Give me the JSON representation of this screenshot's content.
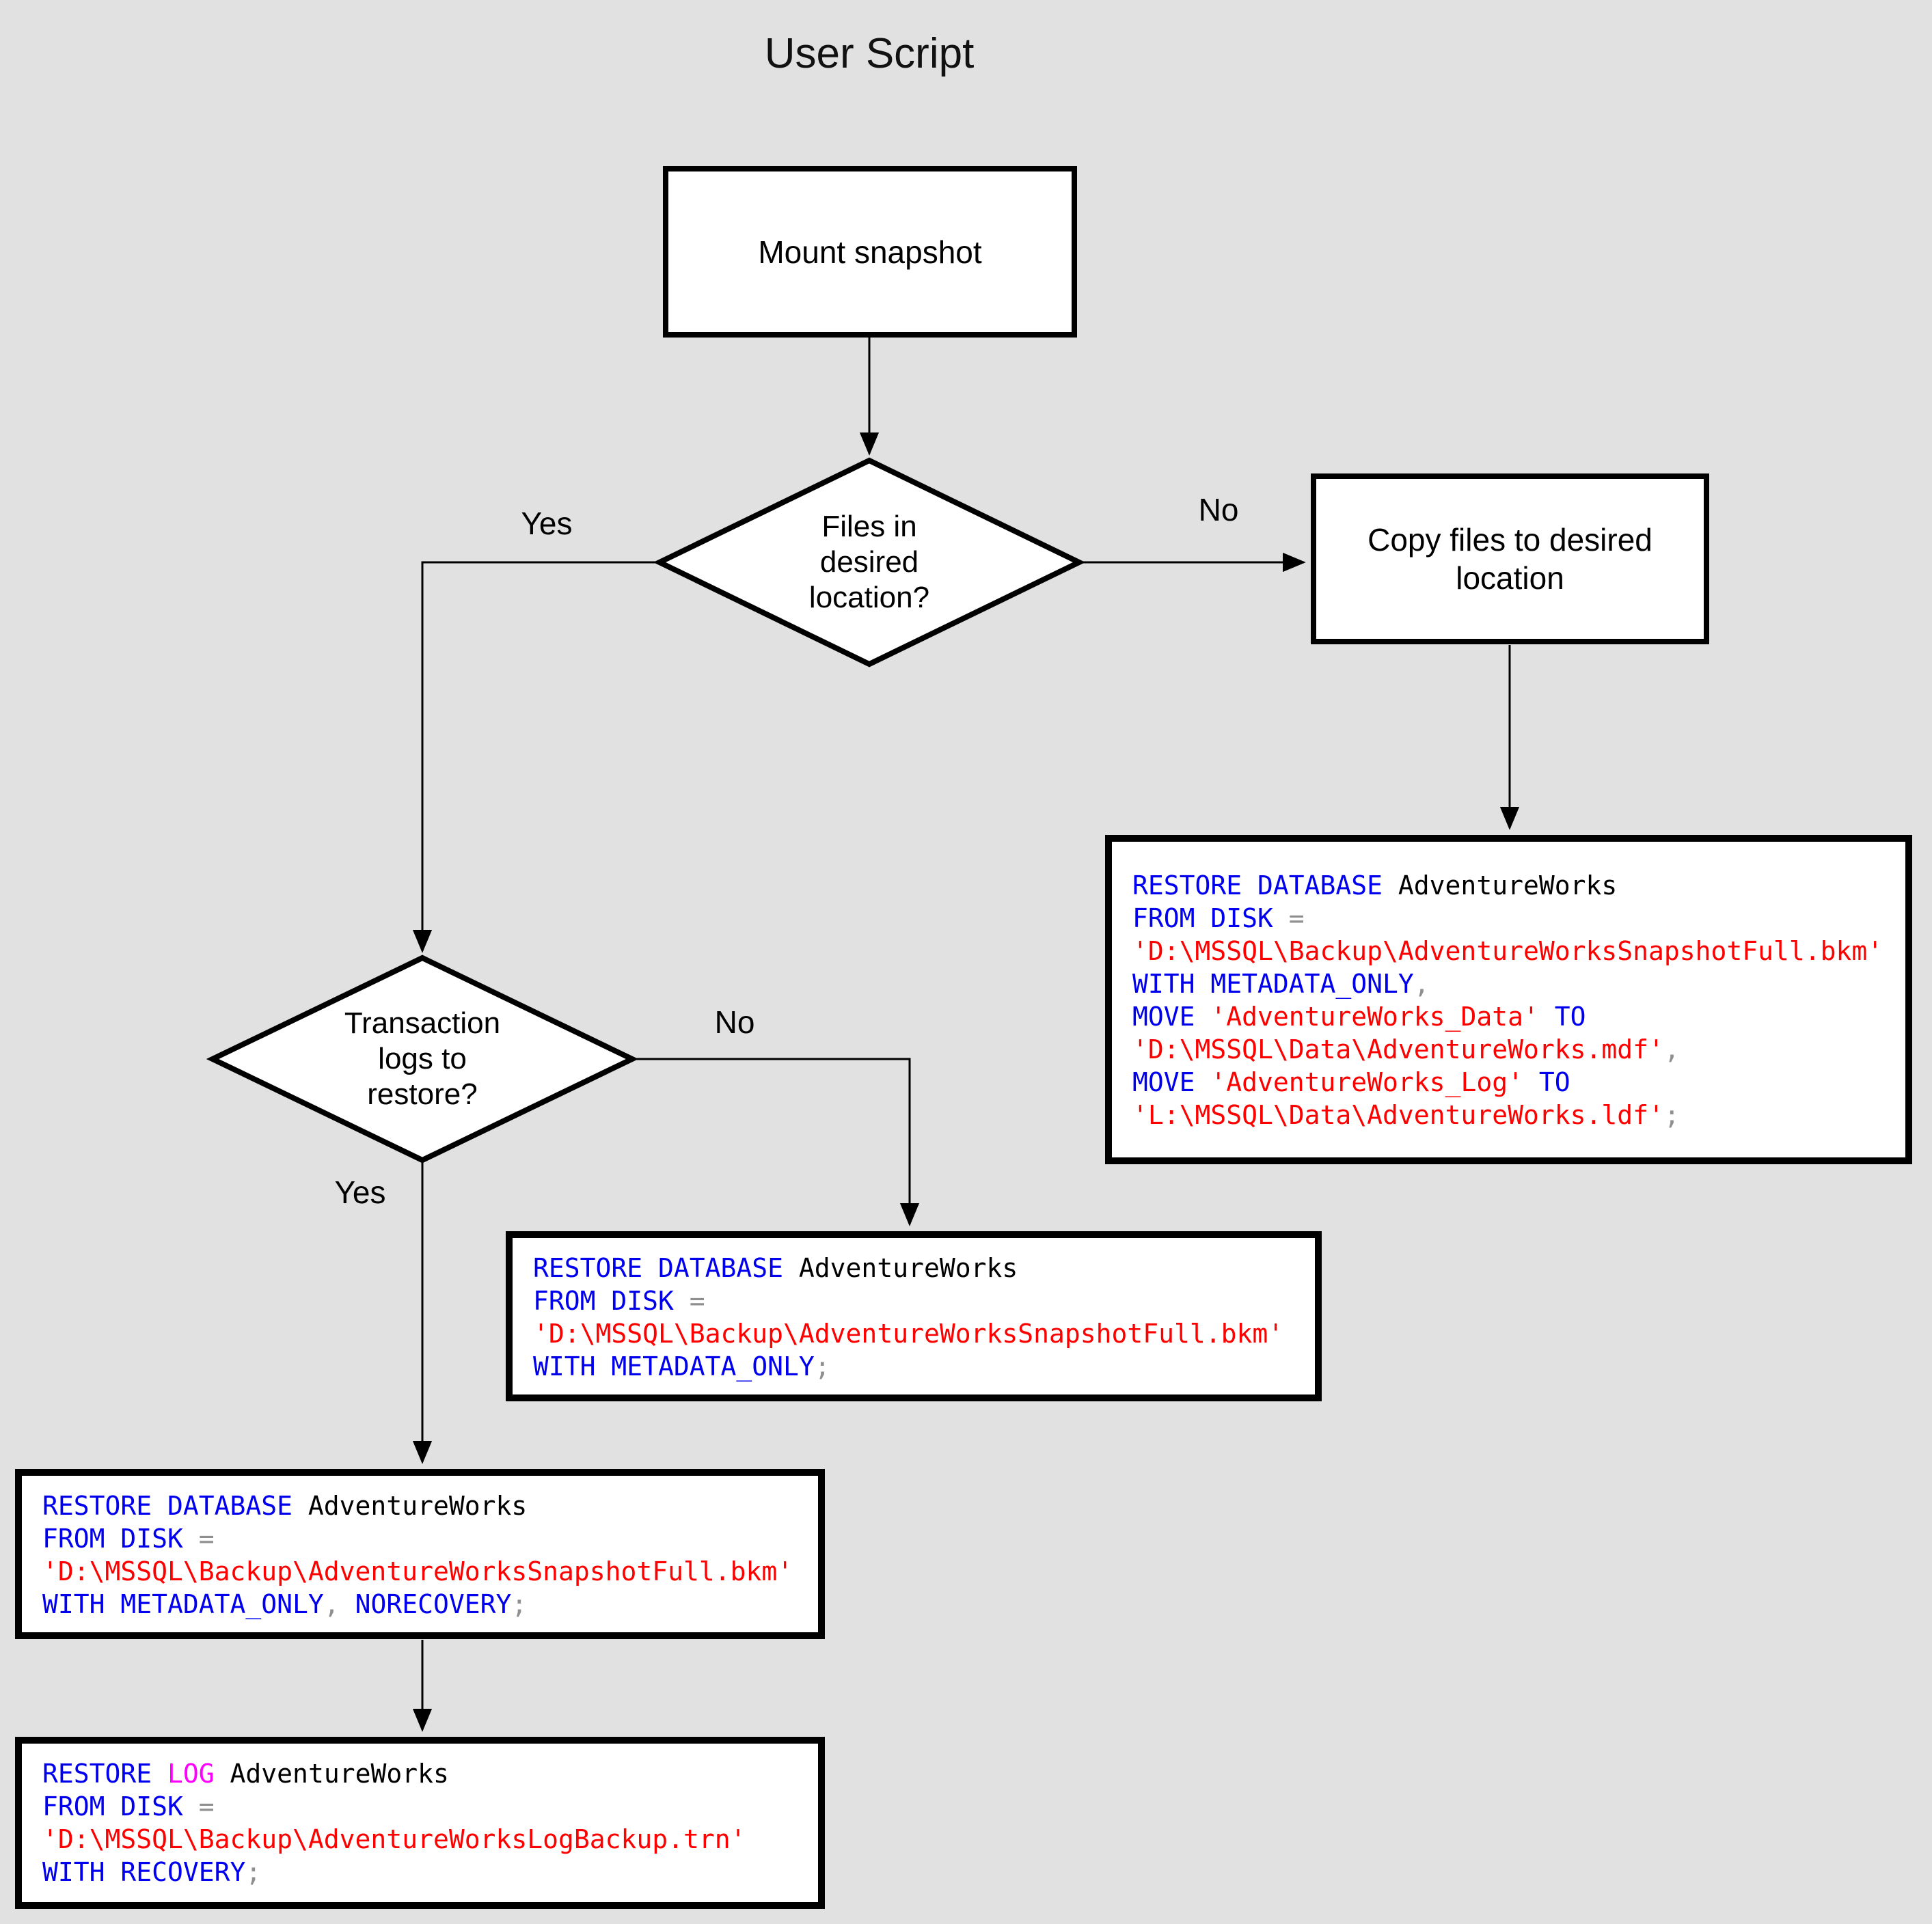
{
  "title": "User Script",
  "labels": {
    "yes1": "Yes",
    "no1": "No",
    "yes2": "Yes",
    "no2": "No"
  },
  "colors": {
    "background": "#e1e1e1",
    "node_fill": "#ffffff",
    "line": "#000000",
    "keyword": "#0000ee",
    "string": "#ff0000",
    "operator": "#8f8f8f",
    "log_keyword": "#ff00ff",
    "identifier": "#000000"
  },
  "nodes": {
    "mount": {
      "label": "Mount snapshot"
    },
    "decision1": {
      "lines": [
        "Files in",
        "desired",
        "location?"
      ]
    },
    "copy": {
      "lines": [
        "Copy files to desired",
        "location"
      ]
    },
    "decision2": {
      "lines": [
        "Transaction",
        "logs to",
        "restore?"
      ]
    }
  },
  "code_blocks": {
    "copy_restore": {
      "lines": [
        [
          {
            "t": "RESTORE DATABASE",
            "c": "kw"
          },
          {
            "t": " AdventureWorks",
            "c": "id"
          }
        ],
        [
          {
            "t": "FROM DISK",
            "c": "kw"
          },
          {
            "t": " =",
            "c": "op"
          }
        ],
        [
          {
            "t": "'D:\\MSSQL\\Backup\\AdventureWorksSnapshotFull.bkm'",
            "c": "str"
          }
        ],
        [
          {
            "t": "WITH METADATA_ONLY",
            "c": "kw"
          },
          {
            "t": ",",
            "c": "op"
          }
        ],
        [
          {
            "t": "MOVE",
            "c": "kw"
          },
          {
            "t": " 'AdventureWorks_Data'",
            "c": "str"
          },
          {
            "t": " TO",
            "c": "kw"
          }
        ],
        [
          {
            "t": "'D:\\MSSQL\\Data\\AdventureWorks.mdf'",
            "c": "str"
          },
          {
            "t": ",",
            "c": "op"
          }
        ],
        [
          {
            "t": "MOVE",
            "c": "kw"
          },
          {
            "t": " 'AdventureWorks_Log'",
            "c": "str"
          },
          {
            "t": " TO",
            "c": "kw"
          }
        ],
        [
          {
            "t": "'L:\\MSSQL\\Data\\AdventureWorks.ldf'",
            "c": "str"
          },
          {
            "t": ";",
            "c": "op"
          }
        ]
      ]
    },
    "metadata_only": {
      "lines": [
        [
          {
            "t": "RESTORE DATABASE",
            "c": "kw"
          },
          {
            "t": " AdventureWorks",
            "c": "id"
          }
        ],
        [
          {
            "t": "FROM DISK",
            "c": "kw"
          },
          {
            "t": " =",
            "c": "op"
          }
        ],
        [
          {
            "t": "'D:\\MSSQL\\Backup\\AdventureWorksSnapshotFull.bkm'",
            "c": "str"
          }
        ],
        [
          {
            "t": "WITH METADATA_ONLY",
            "c": "kw"
          },
          {
            "t": ";",
            "c": "op"
          }
        ]
      ]
    },
    "norecovery": {
      "lines": [
        [
          {
            "t": "RESTORE DATABASE",
            "c": "kw"
          },
          {
            "t": " AdventureWorks",
            "c": "id"
          }
        ],
        [
          {
            "t": "FROM DISK",
            "c": "kw"
          },
          {
            "t": " =",
            "c": "op"
          }
        ],
        [
          {
            "t": "'D:\\MSSQL\\Backup\\AdventureWorksSnapshotFull.bkm'",
            "c": "str"
          }
        ],
        [
          {
            "t": "WITH METADATA_ONLY",
            "c": "kw"
          },
          {
            "t": ",",
            "c": "op"
          },
          {
            "t": " NORECOVERY",
            "c": "kw"
          },
          {
            "t": ";",
            "c": "op"
          }
        ]
      ]
    },
    "restore_log": {
      "lines": [
        [
          {
            "t": "RESTORE ",
            "c": "kw"
          },
          {
            "t": "LOG",
            "c": "mg"
          },
          {
            "t": " AdventureWorks",
            "c": "id"
          }
        ],
        [
          {
            "t": "FROM DISK",
            "c": "kw"
          },
          {
            "t": " =",
            "c": "op"
          }
        ],
        [
          {
            "t": "'D:\\MSSQL\\Backup\\AdventureWorksLogBackup.trn'",
            "c": "str"
          }
        ],
        [
          {
            "t": "WITH RECOVERY",
            "c": "kw"
          },
          {
            "t": ";",
            "c": "op"
          }
        ]
      ]
    }
  }
}
